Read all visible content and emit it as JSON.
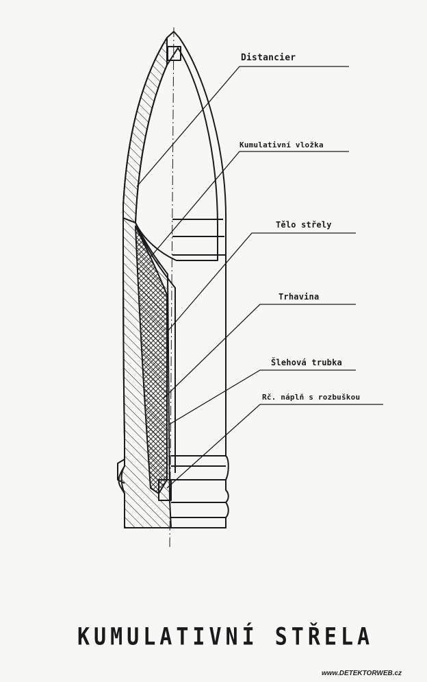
{
  "labels": {
    "distancier": "Distancier",
    "kumulativni_vlozka": "Kumulativní vložka",
    "telo_strely": "Tělo střely",
    "trhavina": "Trhavina",
    "slehova_trubka": "Šlehová trubka",
    "rozn_napln": "Rč. náplň s rozbuškou"
  },
  "title": "KUMULATIVNÍ STŘELA",
  "watermark": "www.DETEKTORWEB.cz",
  "colors": {
    "ink": "#1a1a1a",
    "paper": "#f7f7f5"
  }
}
